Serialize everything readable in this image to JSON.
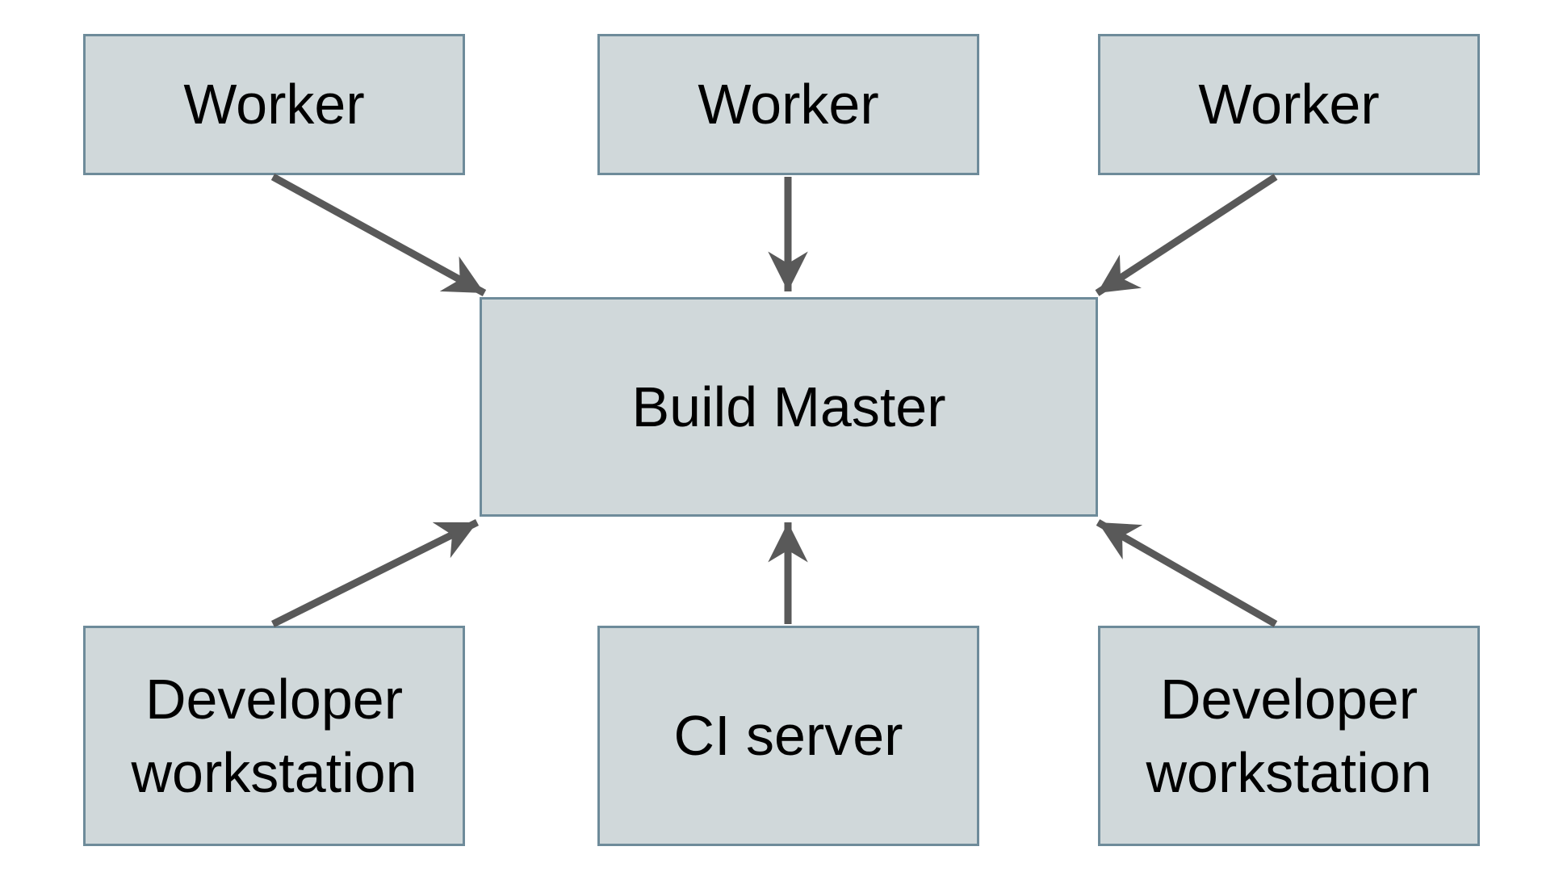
{
  "diagram": {
    "type": "architecture-diagram",
    "nodes": [
      {
        "id": "worker-1",
        "label": "Worker"
      },
      {
        "id": "worker-2",
        "label": "Worker"
      },
      {
        "id": "worker-3",
        "label": "Worker"
      },
      {
        "id": "build-master",
        "label": "Build Master"
      },
      {
        "id": "developer-workstation-1",
        "label": "Developer workstation"
      },
      {
        "id": "ci-server",
        "label": "CI server"
      },
      {
        "id": "developer-workstation-2",
        "label": "Developer workstation"
      }
    ],
    "edges": [
      {
        "from": "worker-1",
        "to": "build-master",
        "direction": "arrow-into-build-master"
      },
      {
        "from": "worker-2",
        "to": "build-master",
        "direction": "arrow-into-build-master"
      },
      {
        "from": "worker-3",
        "to": "build-master",
        "direction": "arrow-into-build-master"
      },
      {
        "from": "developer-workstation-1",
        "to": "build-master",
        "direction": "arrow-into-build-master"
      },
      {
        "from": "ci-server",
        "to": "build-master",
        "direction": "arrow-into-build-master"
      },
      {
        "from": "developer-workstation-2",
        "to": "build-master",
        "direction": "arrow-into-build-master"
      }
    ],
    "colors": {
      "background": "#ffffff",
      "node_fill": "#d0d8da",
      "node_border": "#6e8b9a",
      "arrow": "#595959",
      "text": "#000000"
    }
  }
}
